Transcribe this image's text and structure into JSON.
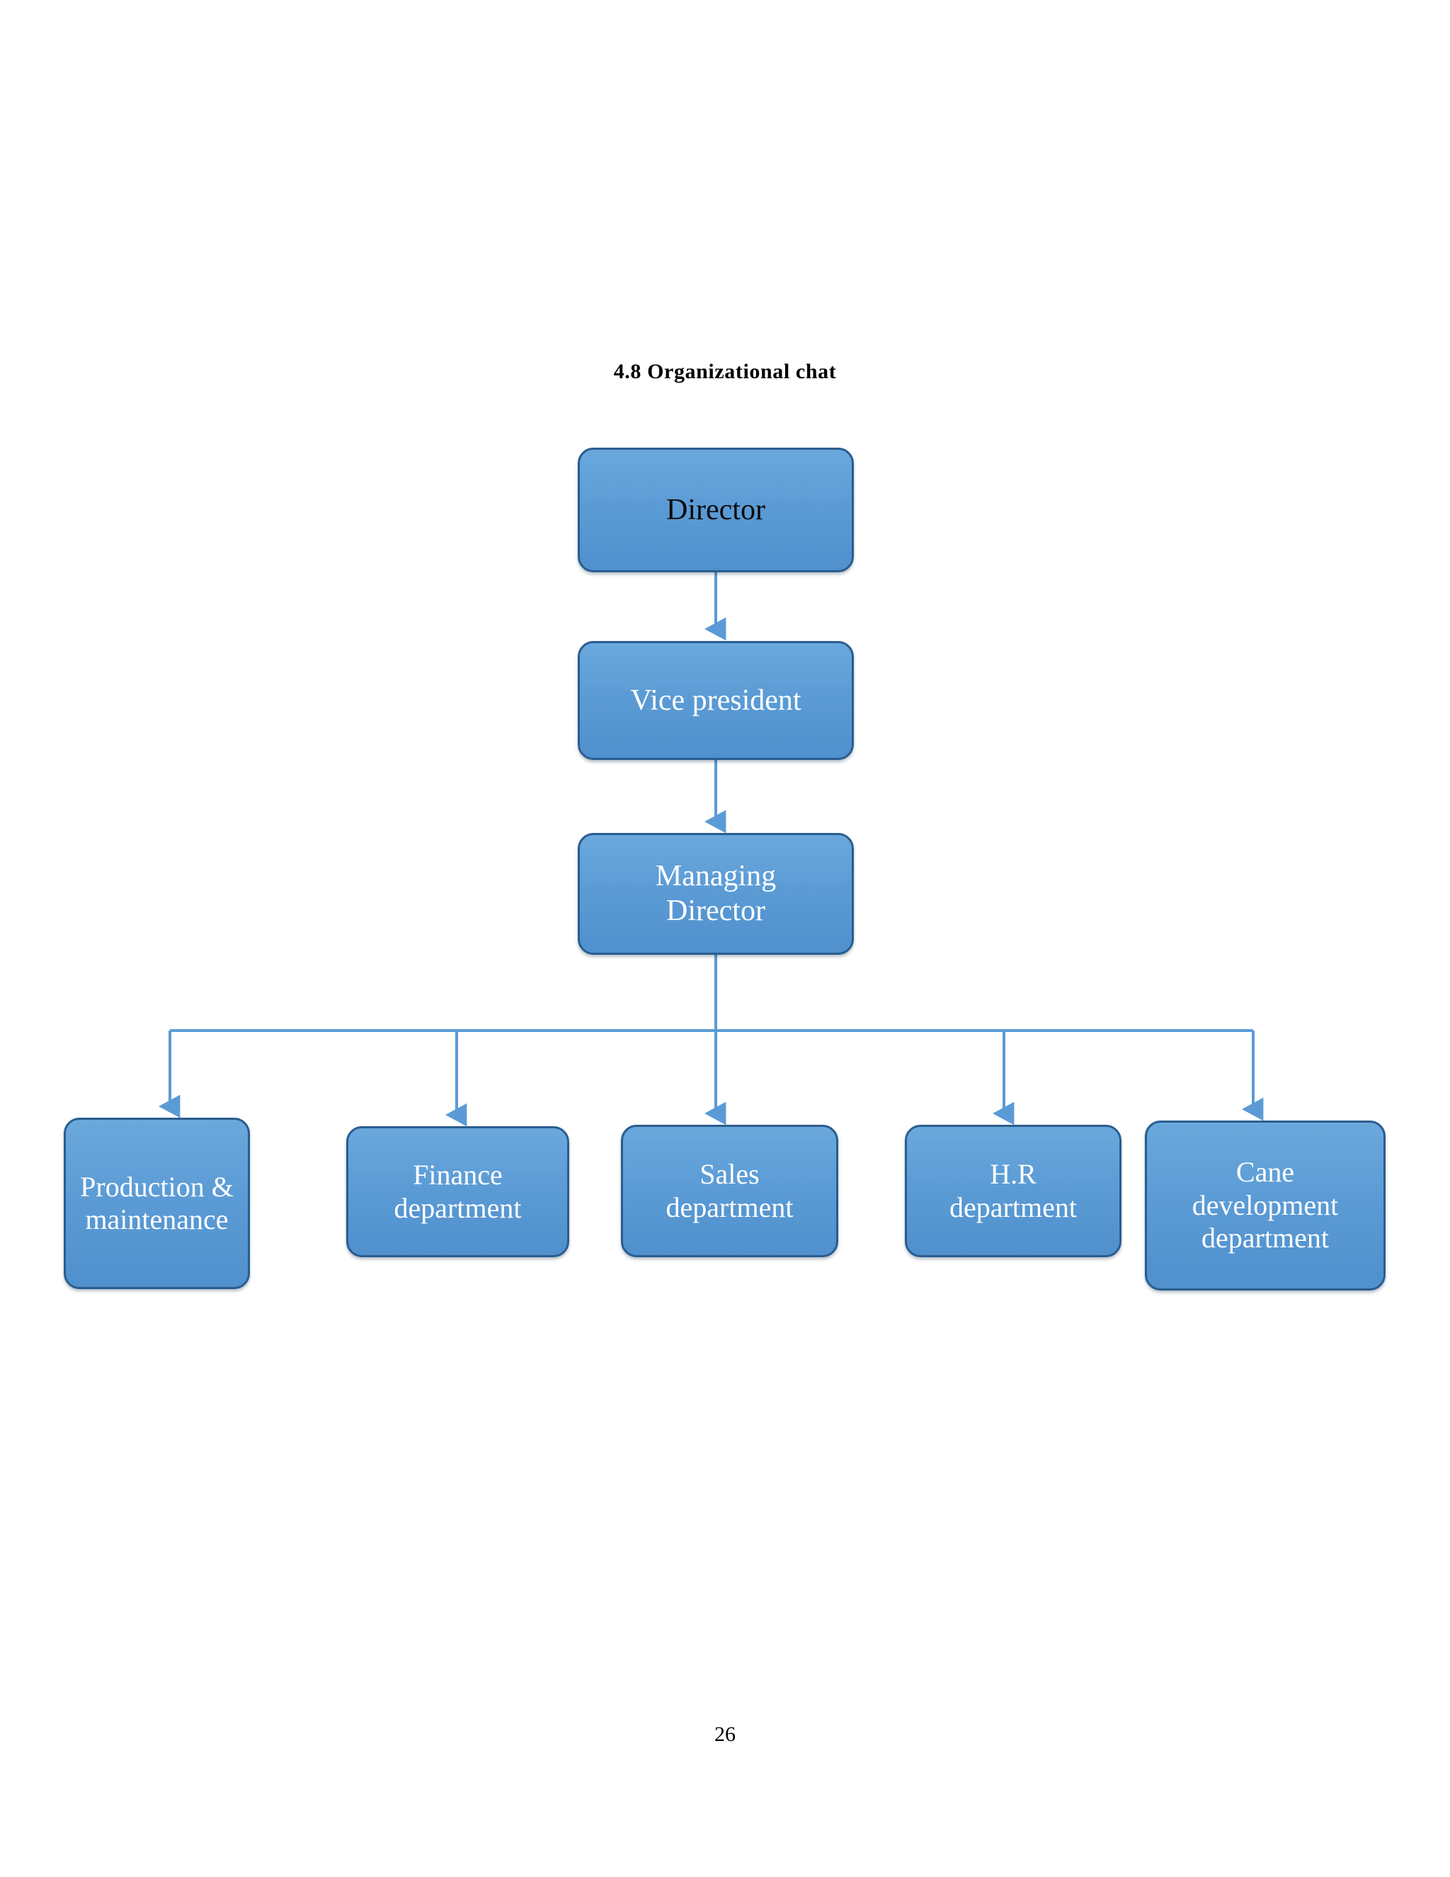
{
  "document": {
    "title": "4.8 Organizational  chat",
    "page_number": "26"
  },
  "theme": {
    "node_fill": "#5B9BD5",
    "node_border": "#2A5D8F",
    "connector": "#5B9BD5",
    "text_light": "#FFFFFF",
    "text_dark": "#000000",
    "page_background": "#FFFFFF"
  },
  "chart_data": {
    "type": "diagram",
    "subtype": "organizational-chart",
    "title": "4.8 Organizational  chat",
    "orientation": "top-down",
    "nodes": [
      {
        "id": "director",
        "label": "Director",
        "level": 0,
        "text_color": "#000000"
      },
      {
        "id": "vice-president",
        "label": "Vice president",
        "level": 1,
        "text_color": "#FFFFFF"
      },
      {
        "id": "managing-director",
        "label": "Managing\nDirector",
        "level": 2,
        "text_color": "#FFFFFF"
      },
      {
        "id": "production-maintenance",
        "label": "Production &\nmaintenance",
        "level": 3,
        "text_color": "#FFFFFF"
      },
      {
        "id": "finance-department",
        "label": "Finance\ndepartment",
        "level": 3,
        "text_color": "#FFFFFF"
      },
      {
        "id": "sales-department",
        "label": "Sales\ndepartment",
        "level": 3,
        "text_color": "#FFFFFF"
      },
      {
        "id": "hr-department",
        "label": "H.R\ndepartment",
        "level": 3,
        "text_color": "#FFFFFF"
      },
      {
        "id": "cane-development-department",
        "label": "Cane\ndevelopment\ndepartment",
        "level": 3,
        "text_color": "#FFFFFF"
      }
    ],
    "edges": [
      {
        "from": "director",
        "to": "vice-president",
        "style": "arrow"
      },
      {
        "from": "vice-president",
        "to": "managing-director",
        "style": "arrow"
      },
      {
        "from": "managing-director",
        "to": "production-maintenance",
        "style": "elbow-arrow"
      },
      {
        "from": "managing-director",
        "to": "finance-department",
        "style": "elbow-arrow"
      },
      {
        "from": "managing-director",
        "to": "sales-department",
        "style": "arrow"
      },
      {
        "from": "managing-director",
        "to": "hr-department",
        "style": "elbow-arrow"
      },
      {
        "from": "managing-director",
        "to": "cane-development-department",
        "style": "elbow-arrow"
      }
    ]
  },
  "nodes": {
    "director": {
      "label": "Director"
    },
    "vice_president": {
      "label": "Vice president"
    },
    "managing_director": {
      "label": "Managing\nDirector"
    },
    "production": {
      "label": "Production &\nmaintenance"
    },
    "finance": {
      "label": "Finance\ndepartment"
    },
    "sales": {
      "label": "Sales\ndepartment"
    },
    "hr": {
      "label": "H.R\ndepartment"
    },
    "cane": {
      "label": "Cane\ndevelopment\ndepartment"
    }
  }
}
